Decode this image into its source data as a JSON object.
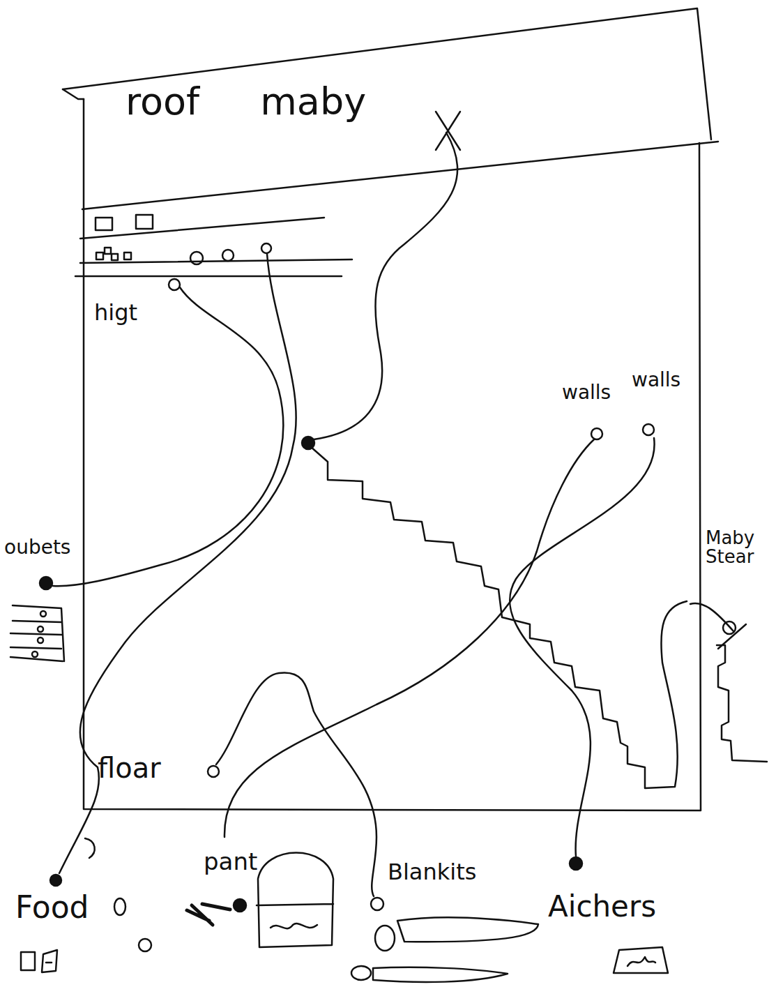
{
  "diagram": {
    "labels": [
      "roof maby",
      "higt",
      "walls",
      "walls",
      "oubets",
      "Maby Stear",
      "floar",
      "Food",
      "pant",
      "Blankits",
      "Aichers"
    ]
  }
}
